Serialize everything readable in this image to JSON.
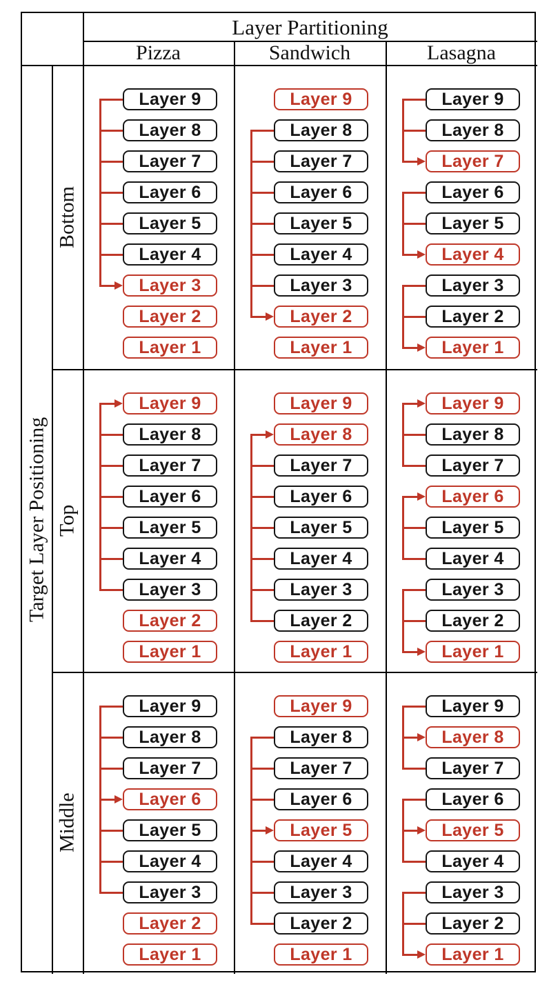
{
  "header": {
    "column_group": "Layer Partitioning",
    "row_group": "Target Layer Positioning",
    "columns": [
      "Pizza",
      "Sandwich",
      "Lasagna"
    ],
    "rows": [
      "Bottom",
      "Top",
      "Middle"
    ]
  },
  "layer_labels": [
    "Layer 9",
    "Layer 8",
    "Layer 7",
    "Layer 6",
    "Layer 5",
    "Layer 4",
    "Layer 3",
    "Layer 2",
    "Layer 1"
  ],
  "layers_per_stack": 9,
  "colors": {
    "highlight": "#bf3728",
    "box_stroke": "#151515",
    "grid": "#000000",
    "background": "#ffffff"
  },
  "cells": [
    {
      "row": "Bottom",
      "column": "Pizza",
      "highlighted_layers": [
        3,
        2,
        1
      ],
      "merges": [
        {
          "sources": [
            9,
            8,
            7,
            6,
            5,
            4
          ],
          "target": 3
        }
      ]
    },
    {
      "row": "Bottom",
      "column": "Sandwich",
      "highlighted_layers": [
        9,
        2,
        1
      ],
      "merges": [
        {
          "sources": [
            8,
            7,
            6,
            5,
            4,
            3
          ],
          "target": 2
        }
      ]
    },
    {
      "row": "Bottom",
      "column": "Lasagna",
      "highlighted_layers": [
        7,
        4,
        1
      ],
      "merges": [
        {
          "sources": [
            9,
            8
          ],
          "target": 7
        },
        {
          "sources": [
            6,
            5
          ],
          "target": 4
        },
        {
          "sources": [
            3,
            2
          ],
          "target": 1
        }
      ]
    },
    {
      "row": "Top",
      "column": "Pizza",
      "highlighted_layers": [
        9,
        2,
        1
      ],
      "merges": [
        {
          "sources": [
            8,
            7,
            6,
            5,
            4,
            3
          ],
          "target": 9
        }
      ]
    },
    {
      "row": "Top",
      "column": "Sandwich",
      "highlighted_layers": [
        9,
        8,
        1
      ],
      "merges": [
        {
          "sources": [
            7,
            6,
            5,
            4,
            3,
            2
          ],
          "target": 8
        }
      ]
    },
    {
      "row": "Top",
      "column": "Lasagna",
      "highlighted_layers": [
        9,
        6,
        1
      ],
      "merges": [
        {
          "sources": [
            8,
            7
          ],
          "target": 9
        },
        {
          "sources": [
            5,
            4
          ],
          "target": 6
        },
        {
          "sources": [
            3,
            2
          ],
          "target": 1
        }
      ]
    },
    {
      "row": "Middle",
      "column": "Pizza",
      "highlighted_layers": [
        6,
        2,
        1
      ],
      "merges": [
        {
          "sources": [
            9,
            8,
            7,
            5,
            4,
            3
          ],
          "target": 6
        }
      ]
    },
    {
      "row": "Middle",
      "column": "Sandwich",
      "highlighted_layers": [
        9,
        5,
        1
      ],
      "merges": [
        {
          "sources": [
            8,
            7,
            6,
            4,
            3,
            2
          ],
          "target": 5
        }
      ]
    },
    {
      "row": "Middle",
      "column": "Lasagna",
      "highlighted_layers": [
        8,
        5,
        1
      ],
      "merges": [
        {
          "sources": [
            9,
            7
          ],
          "target": 8
        },
        {
          "sources": [
            6,
            4
          ],
          "target": 5
        },
        {
          "sources": [
            3,
            2
          ],
          "target": 1
        }
      ]
    }
  ]
}
